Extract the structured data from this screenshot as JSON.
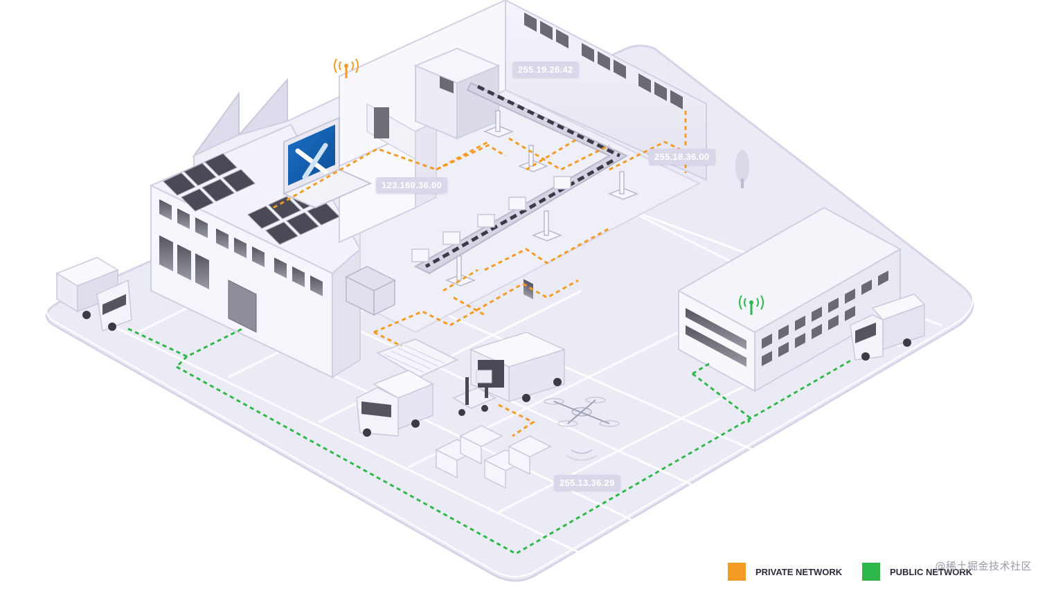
{
  "network_labels": {
    "ip_top": "255.19.26.42",
    "ip_right": "255.18.36.00",
    "ip_left": "123.169.36.00",
    "ip_bottom": "255.13.36.29"
  },
  "legend": {
    "private_label": "PRIVATE NETWORK",
    "private_color": "#f59a23",
    "public_label": "PUBLIC NETWORK",
    "public_color": "#2fb84a"
  },
  "watermark": "@稀土掘金技术社区",
  "icons": {
    "laptop_logo": "x-logo-icon",
    "antenna": "wifi-antenna-icon"
  }
}
